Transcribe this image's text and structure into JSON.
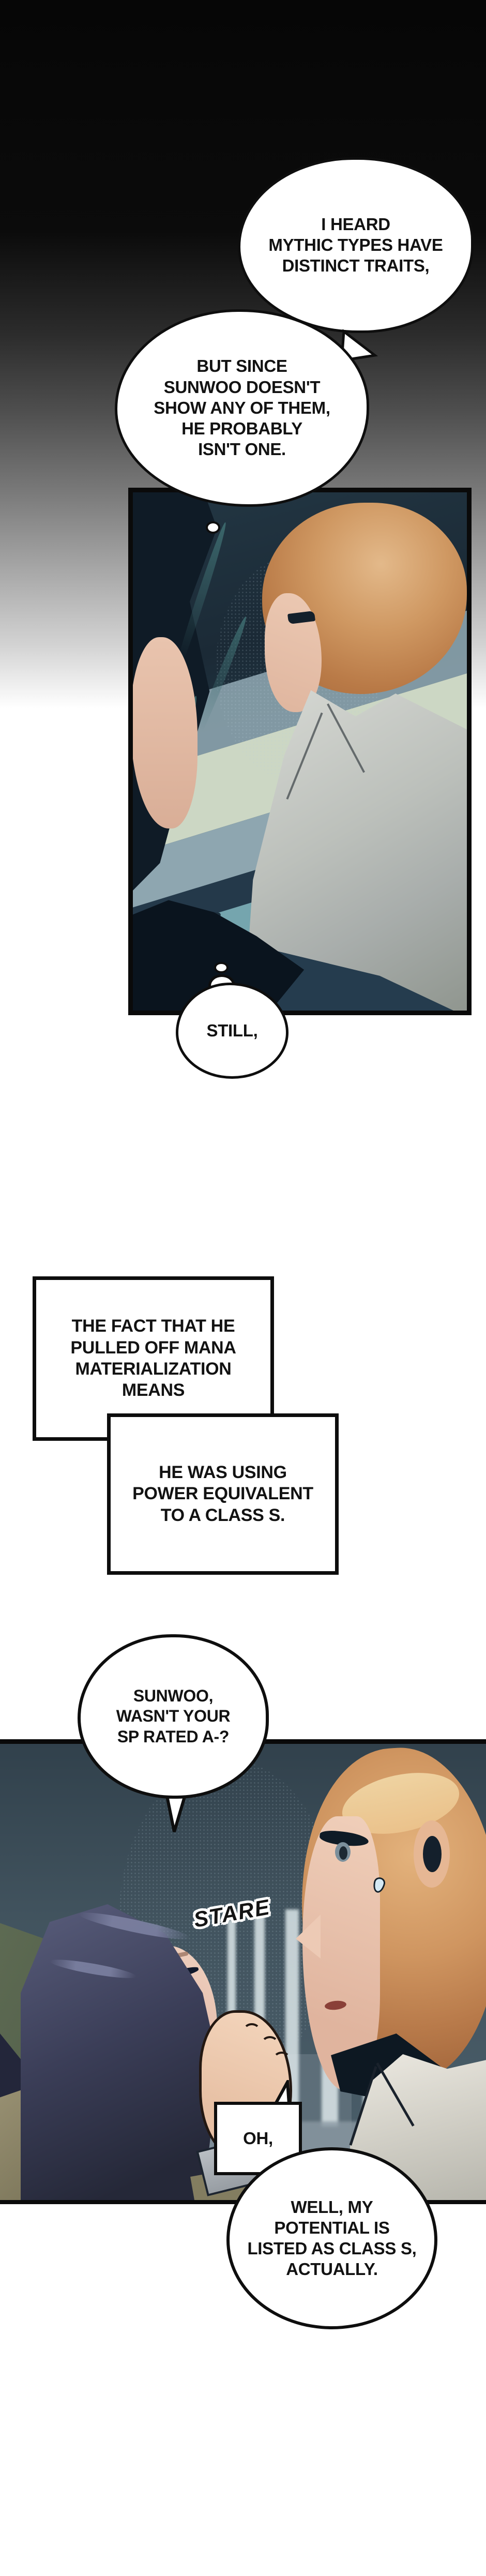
{
  "bubbles": {
    "b1": {
      "text": "I HEARD\nMYTHIC TYPES HAVE\nDISTINCT TRAITS,"
    },
    "b2": {
      "text": "BUT SINCE\nSUNWOO DOESN'T\nSHOW ANY OF THEM,\nHE PROBABLY\nISN'T ONE."
    },
    "still": {
      "text": "STILL,"
    },
    "box1": {
      "text": "THE FACT THAT HE\nPULLED OFF MANA\nMATERIALIZATION\nMEANS"
    },
    "box2": {
      "text": "HE WAS USING\nPOWER EQUIVALENT\nTO A CLASS S."
    },
    "sunwoo": {
      "text": "SUNWOO,\nWASN'T YOUR\nSP RATED A-?"
    },
    "oh": {
      "text": "OH,"
    },
    "well": {
      "text": "WELL, MY\nPOTENTIAL IS\nLISTED AS CLASS S,\nACTUALLY."
    }
  },
  "sfx": {
    "stare": "STARE"
  },
  "colors": {
    "outline": "#0e0e0e",
    "panel1_bg": "#22394a",
    "panel1_beam": "#ccd7c4",
    "panel1_teal_beam": "#75a5ae",
    "hair_teal_streak": "#3f6f72",
    "panel2_bg": "#42545f",
    "wall_olive": "#5e6b53",
    "hallway_light": "#dce6e9",
    "girl_hair": "#3b3e58",
    "boy_hair": "#cf9560",
    "sfx_fill": "#141414"
  }
}
